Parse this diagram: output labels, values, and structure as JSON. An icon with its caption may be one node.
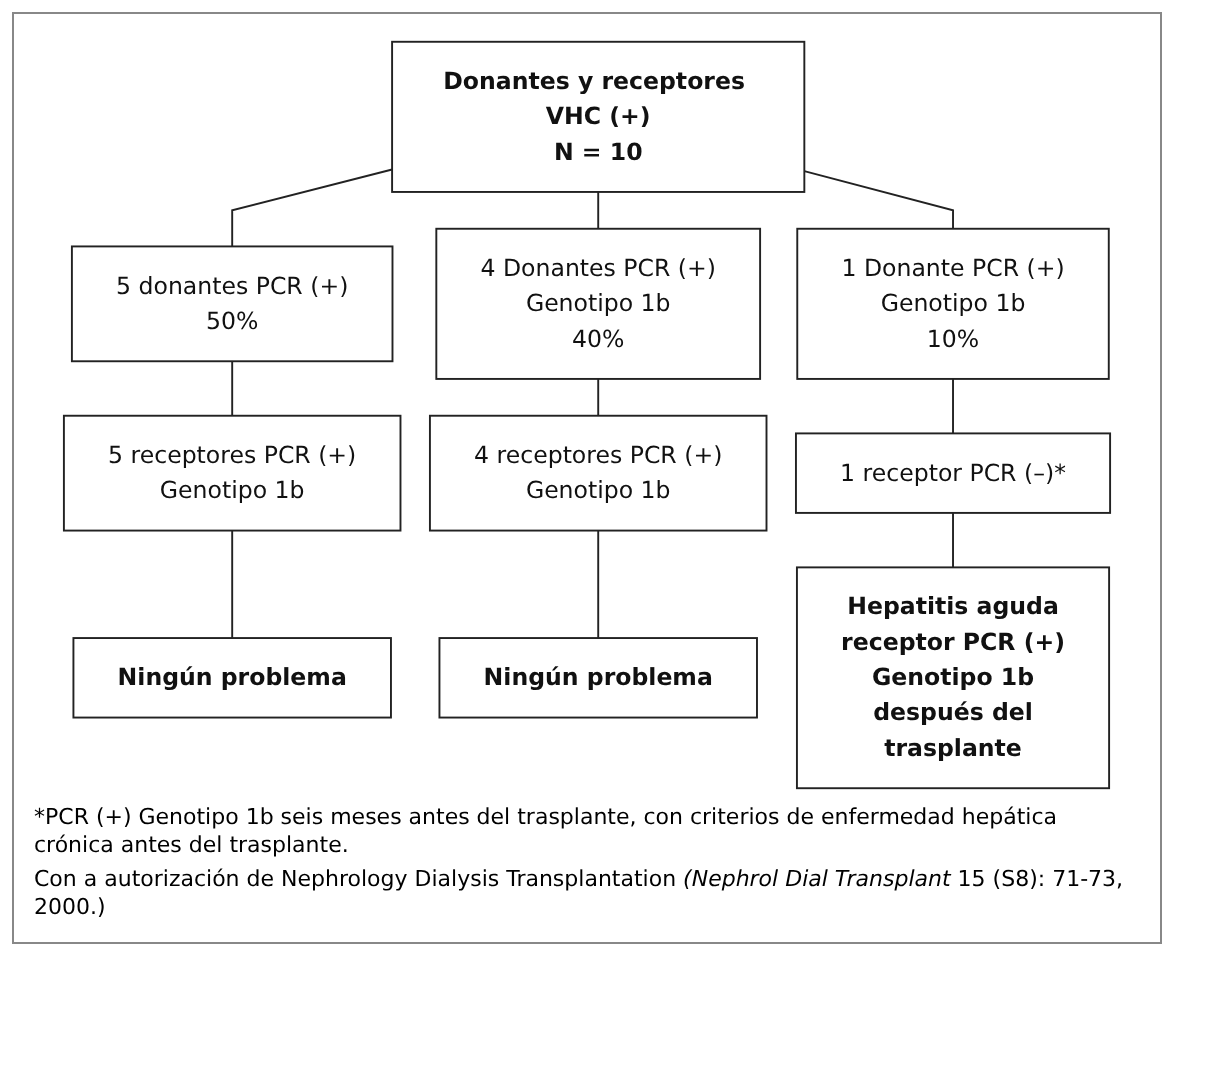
{
  "diagram": {
    "nodes": [
      {
        "text": [
          "Donantes y receptores VHC (+)",
          "N = 10"
        ]
      },
      {
        "text": [
          "5 donantes PCR (+)",
          "50%"
        ]
      },
      {
        "text": [
          "4 Donantes PCR (+)",
          "Genotipo 1b",
          "40%"
        ]
      },
      {
        "text": [
          "1 Donante PCR (+)",
          "Genotipo 1b",
          "10%"
        ]
      },
      {
        "text": [
          "5 receptores PCR (+)",
          "Genotipo 1b"
        ]
      },
      {
        "text": [
          "4 receptores PCR (+)",
          "Genotipo 1b"
        ]
      },
      {
        "text": [
          "1 receptor PCR (–)*"
        ]
      },
      {
        "text": [
          "Ningún problema"
        ]
      },
      {
        "text": [
          "Ningún problema"
        ]
      },
      {
        "text": [
          "Hepatitis aguda receptor PCR (+) Genotipo 1b después del trasplante"
        ]
      }
    ],
    "edges": [
      {
        "from": 0,
        "to": 1,
        "arrow": "none"
      },
      {
        "from": 0,
        "to": 2,
        "arrow": "none"
      },
      {
        "from": 0,
        "to": 3,
        "arrow": "none"
      },
      {
        "from": 1,
        "to": 4,
        "arrow": "none"
      },
      {
        "from": 2,
        "to": 5,
        "arrow": "none"
      },
      {
        "from": 3,
        "to": 6,
        "arrow": "none"
      },
      {
        "from": 4,
        "to": 7,
        "arrow": "none"
      },
      {
        "from": 5,
        "to": 8,
        "arrow": "none"
      },
      {
        "from": 6,
        "to": 9,
        "arrow": "none"
      }
    ],
    "labels": [
      "*PCR (+) Genotipo 1b seis meses antes del trasplante, con criterios de enfermedad hepática crónica antes del trasplante.",
      "Con a autorización de Nephrology Dialysis Transplantation *(Nephrol Dial Transplant* 15 (S8): 71-73, 2000.)"
    ]
  }
}
